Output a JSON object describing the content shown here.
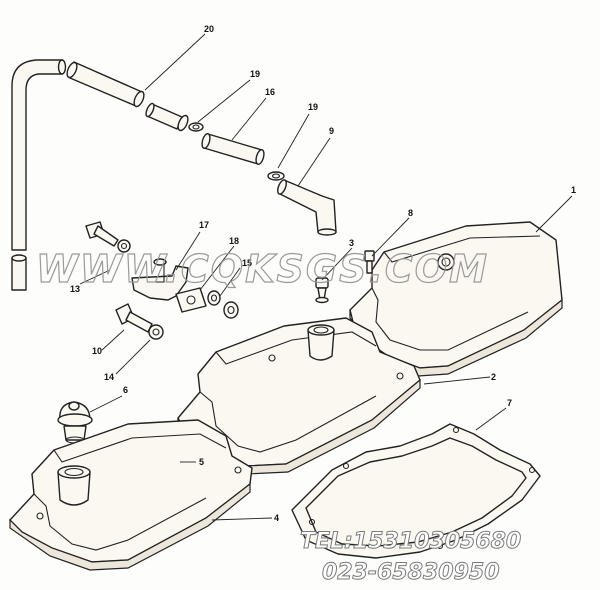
{
  "callouts": [
    "20",
    "19",
    "16",
    "19",
    "9",
    "1",
    "17",
    "18",
    "15",
    "8",
    "3",
    "13",
    "10",
    "14",
    "6",
    "5",
    "2",
    "7",
    "4"
  ],
  "watermark": {
    "site": "WWW.CQKSGS.COM",
    "tel": "TEL:15310305680",
    "phone": "023-65830950"
  },
  "colors": {
    "line": "#222222",
    "part_fill": "#fbf8f2",
    "watermark": "#9a9a9a"
  }
}
